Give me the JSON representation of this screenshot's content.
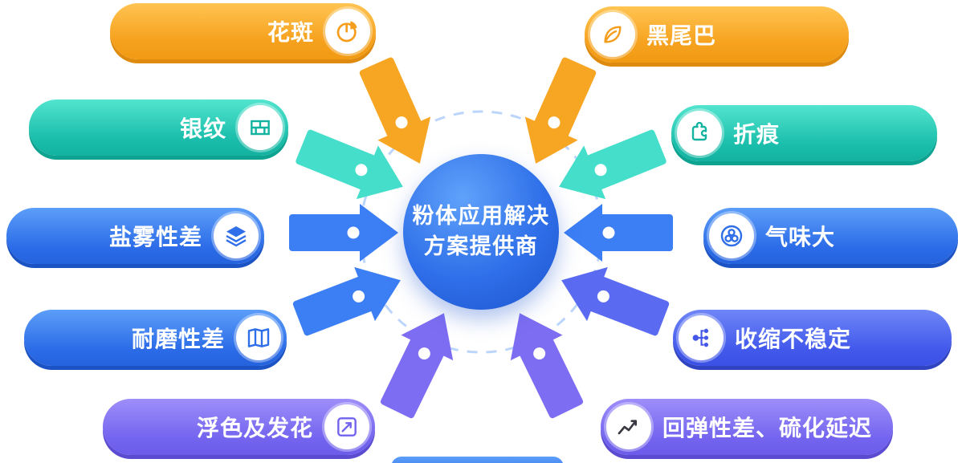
{
  "center": {
    "title_line1": "粉体应用解决",
    "title_line2": "方案提供商"
  },
  "nodes": [
    {
      "label": "花斑",
      "icon": "pie-chart-icon",
      "theme": "orange",
      "side": "left"
    },
    {
      "label": "黑尾巴",
      "icon": "leaf-icon",
      "theme": "orange",
      "side": "right"
    },
    {
      "label": "银纹",
      "icon": "brick-wall-icon",
      "theme": "teal",
      "side": "left"
    },
    {
      "label": "折痕",
      "icon": "puzzle-icon",
      "theme": "teal",
      "side": "right"
    },
    {
      "label": "盐雾性差",
      "icon": "layers-icon",
      "theme": "blue",
      "side": "left"
    },
    {
      "label": "气味大",
      "icon": "bubbles-icon",
      "theme": "blue",
      "side": "right"
    },
    {
      "label": "耐磨性差",
      "icon": "map-icon",
      "theme": "blue",
      "side": "left"
    },
    {
      "label": "收缩不稳定",
      "icon": "branch-icon",
      "theme": "indigo",
      "side": "right"
    },
    {
      "label": "浮色及发花",
      "icon": "trend-box-icon",
      "theme": "purple",
      "side": "left"
    },
    {
      "label": "回弹性差、硫化延迟",
      "icon": "line-chart-icon",
      "theme": "purple",
      "side": "right"
    }
  ],
  "colors": {
    "orange": "#F6A21F",
    "teal": "#1ABEAB",
    "blue": "#2C6CE8",
    "indigo": "#4259EC",
    "purple": "#7365EF",
    "center_blue": "#2F6FE9",
    "orbit_dash": "#BBD5FB",
    "dot_white": "#FFFFFF"
  }
}
